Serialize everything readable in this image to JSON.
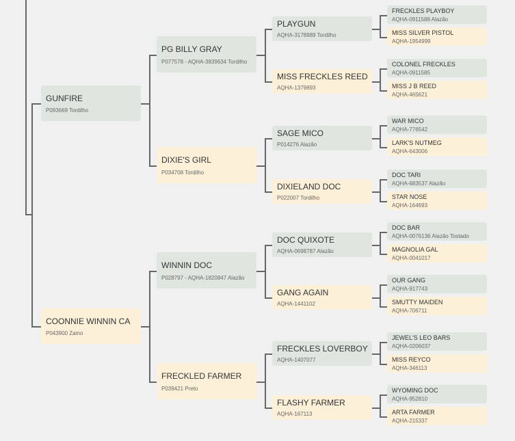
{
  "pedigree": {
    "gen1": [
      {
        "name": "GUNFIRE",
        "reg": "P093669 Tordilho"
      },
      {
        "name": "COONNIE WINNIN CA",
        "reg": "P043900 Zaino"
      }
    ],
    "gen2": [
      {
        "name": "PG BILLY GRAY",
        "reg": "P077578 - AQHA-3839634 Tordilho"
      },
      {
        "name": "DIXIE'S GIRL",
        "reg": "P034708 Tordilho"
      },
      {
        "name": "WINNIN DOC",
        "reg": "P028797 - AQHA-1820847 Alazão"
      },
      {
        "name": "FRECKLED FARMER",
        "reg": "P039421 Preto"
      }
    ],
    "gen3": [
      {
        "name": "PLAYGUN",
        "reg": "AQHA-3178989 Tordilho"
      },
      {
        "name": "MISS FRECKLES REED",
        "reg": "AQHA-1379893"
      },
      {
        "name": "SAGE MICO",
        "reg": "P014276 Alazão"
      },
      {
        "name": "DIXIELAND DOC",
        "reg": "P022007 Tordilho"
      },
      {
        "name": "DOC QUIXOTE",
        "reg": "AQHA-0698787 Alazão"
      },
      {
        "name": "GANG AGAIN",
        "reg": "AQHA-1441102"
      },
      {
        "name": "FRECKLES LOVERBOY",
        "reg": "AQHA-1407077"
      },
      {
        "name": "FLASHY FARMER",
        "reg": "AQHA-167113"
      }
    ],
    "gen4": [
      {
        "name": "FRECKLES PLAYBOY",
        "reg": "AQHA-0911588 Alazão"
      },
      {
        "name": "MISS SILVER PISTOL",
        "reg": "AQHA-1954999"
      },
      {
        "name": "COLONEL FRECKLES",
        "reg": "AQHA-0911585"
      },
      {
        "name": "MISS J B REED",
        "reg": "AQHA-465621"
      },
      {
        "name": "WAR MICO",
        "reg": "AQHA-776542"
      },
      {
        "name": "LARK'S NUTMEG",
        "reg": "AQHA-643006"
      },
      {
        "name": "DOC TARI",
        "reg": "AQHA-683537 Alazão"
      },
      {
        "name": "STAR NOSE",
        "reg": "AQHA-164693"
      },
      {
        "name": "DOC BAR",
        "reg": "AQHA-0076136 Alazão Tostado"
      },
      {
        "name": "MAGNOLIA GAL",
        "reg": "AQHA-0041017"
      },
      {
        "name": "OUR GANG",
        "reg": "AQHA-917743"
      },
      {
        "name": "SMUTTY MAIDEN",
        "reg": "AQHA-706711"
      },
      {
        "name": "JEWEL'S LEO BARS",
        "reg": "AQHA-0206037"
      },
      {
        "name": "MISS REYCO",
        "reg": "AQHA-346113"
      },
      {
        "name": "WYOMING DOC",
        "reg": "AQHA-952810"
      },
      {
        "name": "ARTA FARMER",
        "reg": "AQHA-215337"
      }
    ]
  },
  "colors": {
    "sire": "#dfe6e0",
    "dam": "#fdf0d8",
    "line": "#666666",
    "background": "#f0f0f0"
  }
}
